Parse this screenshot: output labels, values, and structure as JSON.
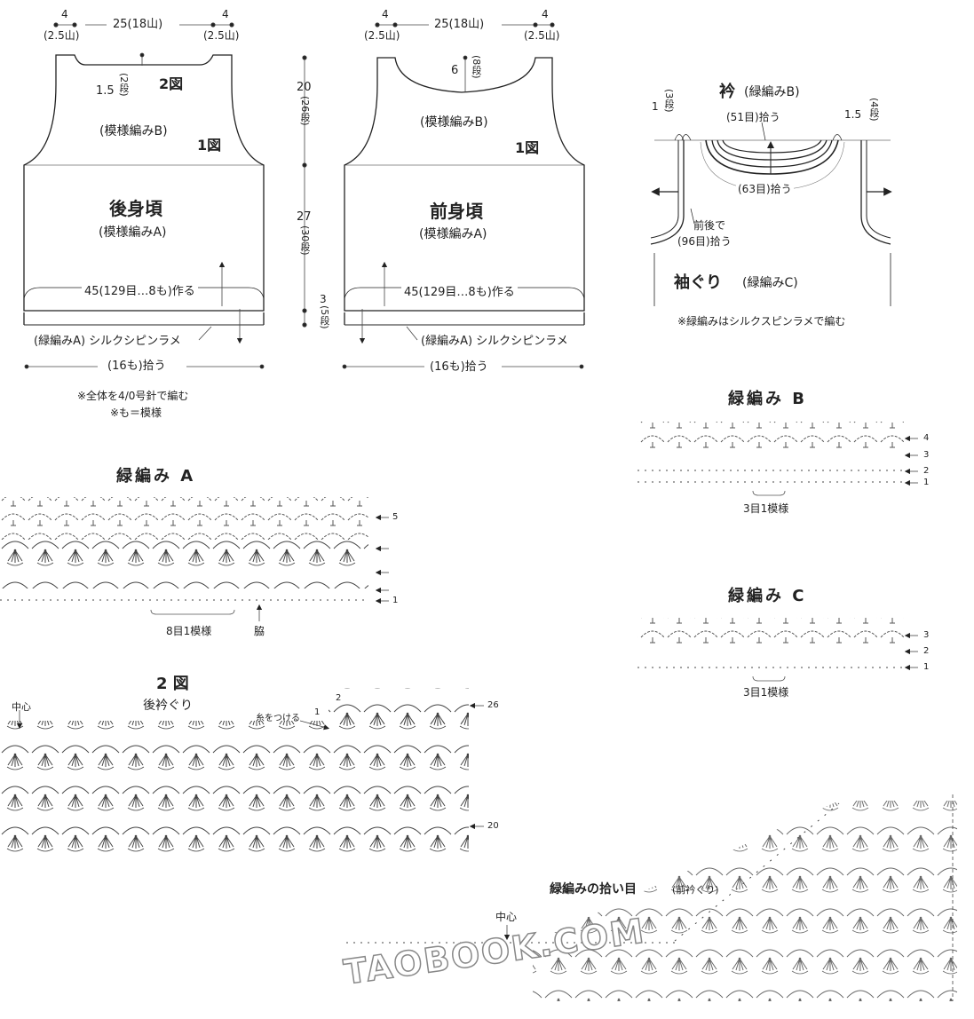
{
  "back_bodice": {
    "top_dims": {
      "left": "4",
      "left_sub": "(2.5山)",
      "middle": "25(18山)",
      "right": "4",
      "right_sub": "(2.5山)"
    },
    "neck_drop": "1.5",
    "neck_rows": "(2段)",
    "fig2_ref": "2図",
    "pattern_b": "(模様編みB)",
    "fig1_ref": "1図",
    "title": "後身頃",
    "pattern_a": "(模様編みA)",
    "cast_on": "45(129目…8も)作る",
    "edging": "(緑編みA) シルクシピンラメ",
    "pickup": "(16も)拾う"
  },
  "side_dims": {
    "upper": "20",
    "upper_rows": "(26段)",
    "middle": "27",
    "middle_rows": "(30段)",
    "bottom": "3",
    "bottom_rows": "(5段)"
  },
  "front_bodice": {
    "top_dims": {
      "left": "4",
      "left_sub": "(2.5山)",
      "middle": "25(18山)",
      "right": "4",
      "right_sub": "(2.5山)"
    },
    "neck_drop": "6",
    "neck_rows": "(8段)",
    "pattern_b": "(模様編みB)",
    "fig1_ref": "1図",
    "title": "前身頃",
    "pattern_a": "(模様編みA)",
    "cast_on": "45(129目…8も)作る",
    "edging": "(緑編みA) シルクシピンラメ",
    "pickup": "(16も)拾う"
  },
  "notes": {
    "line1": "※全体を4/0号針で編む",
    "line2": "※も＝模様"
  },
  "collar": {
    "title": "衿",
    "title_sub": "(緑編みB)",
    "left_dim": "1",
    "left_rows": "(3段)",
    "right_dim": "1.5",
    "right_rows": "(4段)",
    "inner_pick": "(51目)拾う",
    "outer_pick": "(63目)拾う",
    "armhole_note1": "前後で",
    "armhole_note2": "(96目)拾う",
    "armhole_title": "袖ぐり",
    "armhole_sub": "(緑編みC)",
    "note": "※緑編みはシルクスピンラメで編む"
  },
  "edge_b": {
    "title": "緑編み B",
    "repeat": "3目1模様",
    "rows": [
      "4",
      "3",
      "2",
      "1"
    ]
  },
  "edge_a": {
    "title": "緑編み A",
    "repeat": "8目1模様",
    "side": "脇",
    "rows": [
      "5",
      "1"
    ]
  },
  "edge_c": {
    "title": "緑編み C",
    "repeat": "3目1模様",
    "rows": [
      "3",
      "2",
      "1"
    ]
  },
  "fig2": {
    "title": "2 図",
    "subtitle": "後衿ぐり",
    "center": "中心",
    "attach": "糸をつける",
    "row26": "26",
    "row20": "20",
    "mark1": "1",
    "mark2": "2"
  },
  "pickup_chart": {
    "title": "緑編みの拾い目",
    "title_sub": "(前衿ぐり)",
    "center": "中心"
  },
  "watermark": "TAOBOOK.COM"
}
